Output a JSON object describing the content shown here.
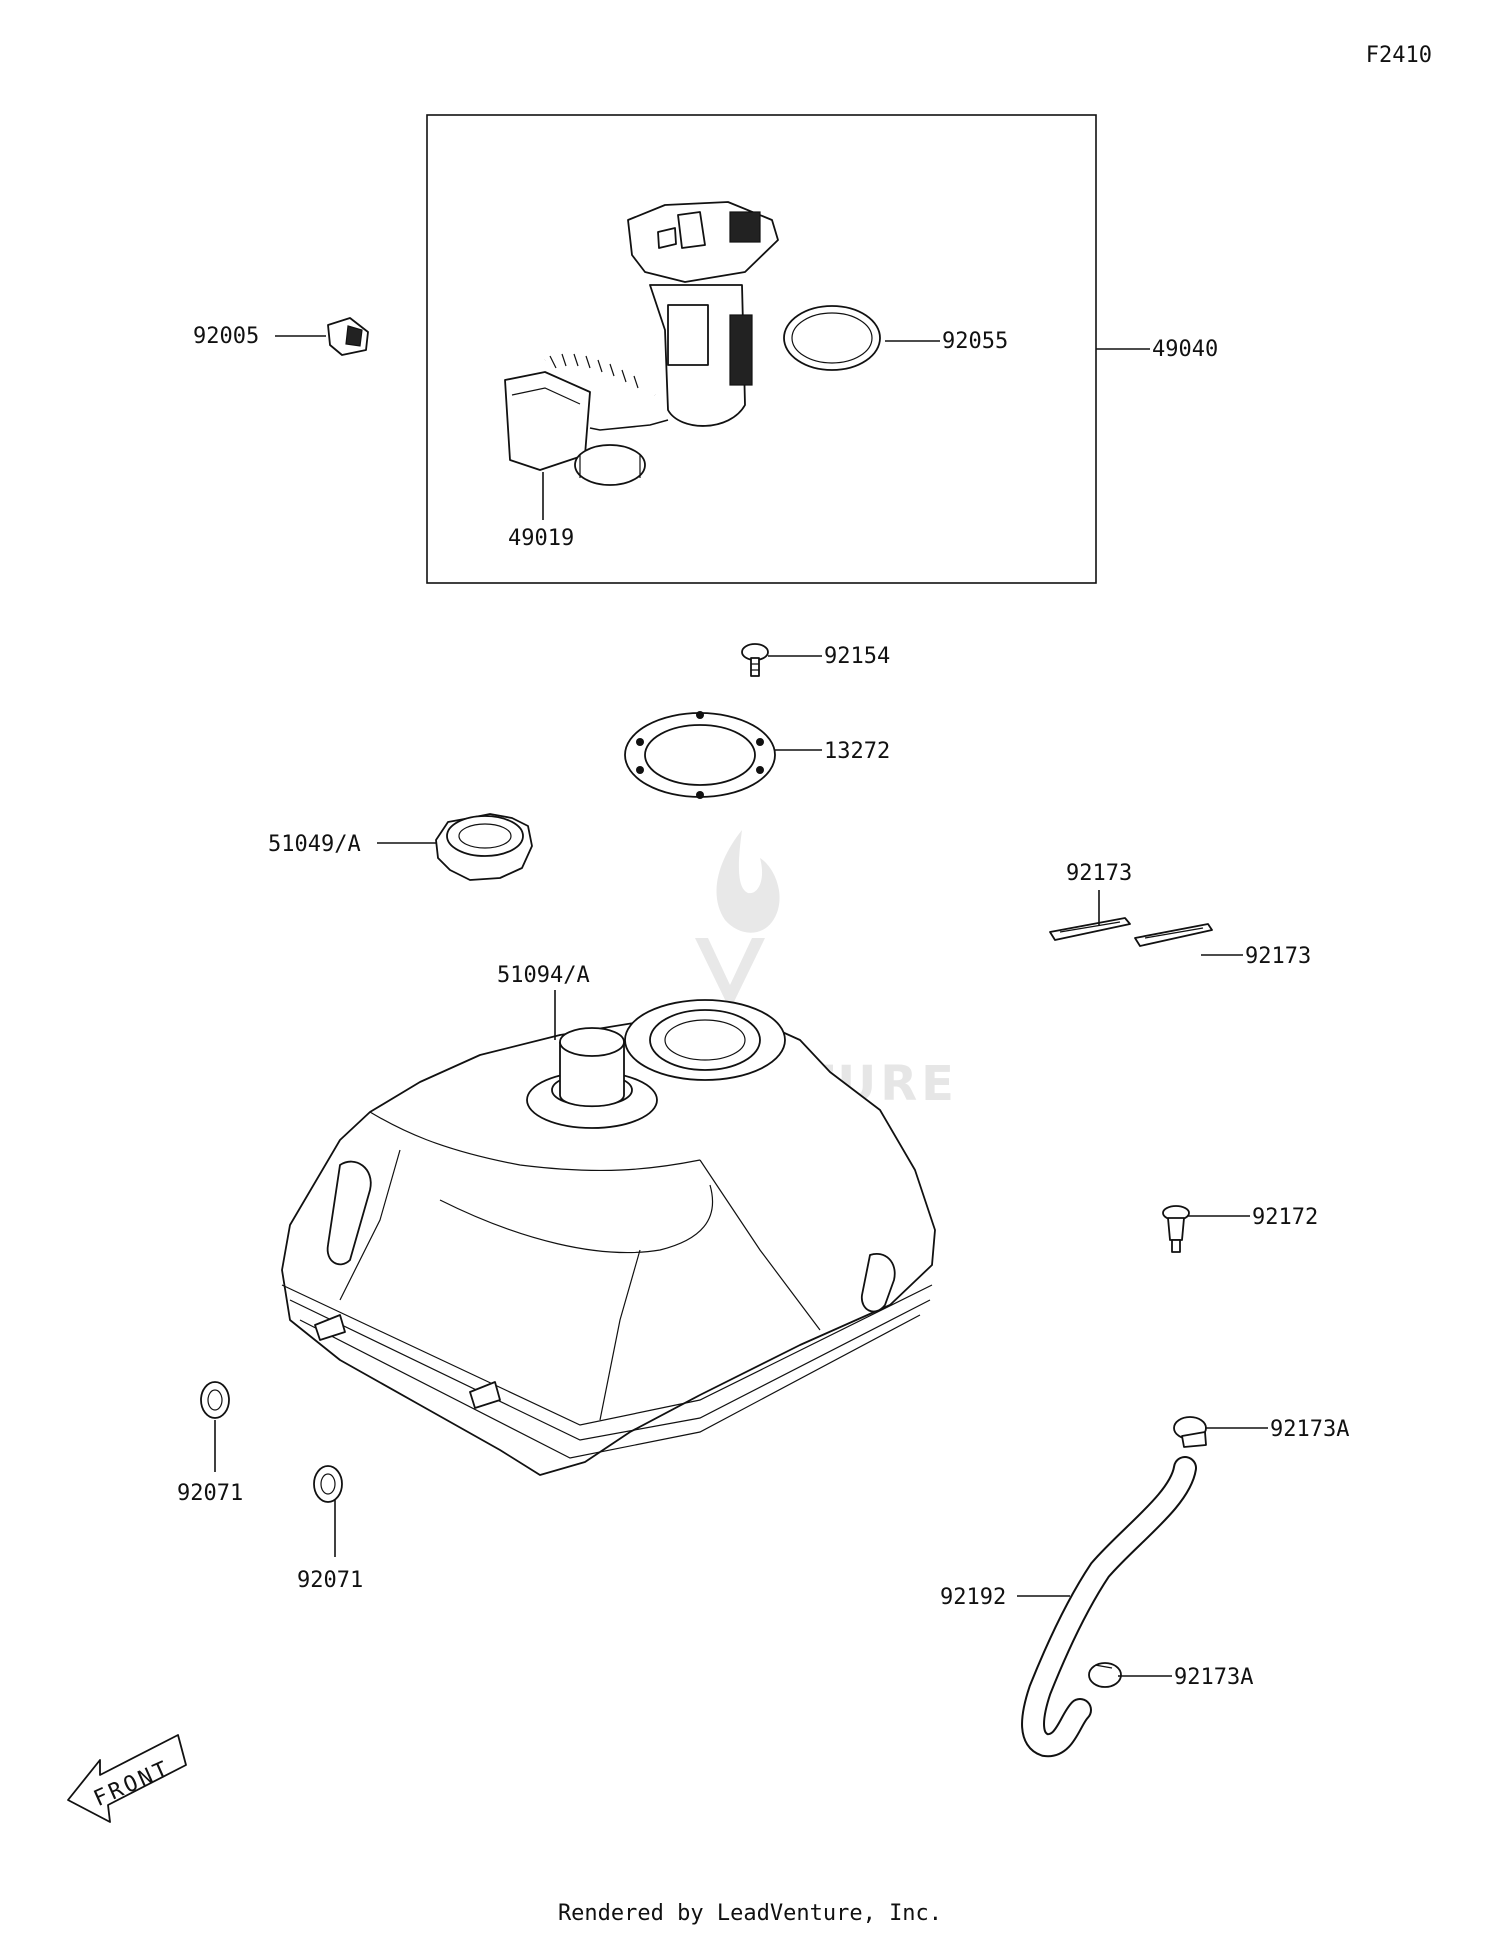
{
  "diagram_code": "F2410",
  "footer": "Rendered by LeadVenture, Inc.",
  "watermark": "LEADVENTURE",
  "front_marker": "FRONT",
  "callouts": {
    "c92005": "92005",
    "c92055": "92055",
    "c49040": "49040",
    "c49019": "49019",
    "c92154": "92154",
    "c13272": "13272",
    "c51049": "51049/A",
    "c92173a": "92173",
    "c92173b": "92173",
    "c51094": "51094/A",
    "c92172": "92172",
    "c92071a": "92071",
    "c92071b": "92071",
    "c92173A_top": "92173A",
    "c92192": "92192",
    "c92173A_bottom": "92173A"
  }
}
